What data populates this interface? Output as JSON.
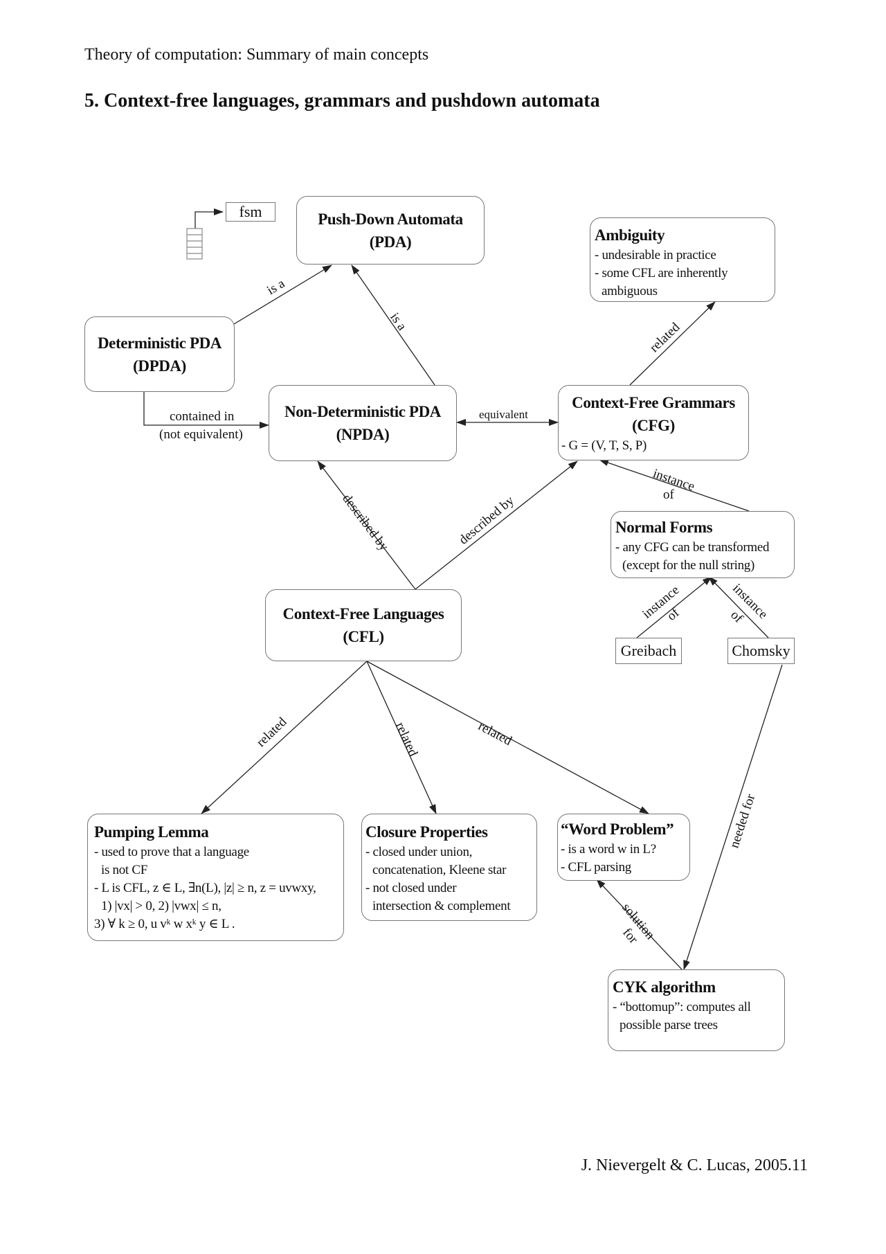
{
  "header": "Theory of computation: Summary of main concepts",
  "title": "5. Context-free languages, grammars and pushdown automata",
  "footer": "J. Nievergelt & C. Lucas, 2005.11",
  "legend": {
    "fsm_label": "fsm"
  },
  "nodes": {
    "pda": {
      "title": "Push-Down Automata",
      "subtitle": "(PDA)"
    },
    "ambiguity": {
      "title": "Ambiguity",
      "lines": [
        "- undesirable in practice",
        "- some CFL are inherently",
        "ambiguous"
      ]
    },
    "dpda": {
      "title": "Deterministic PDA",
      "subtitle": "(DPDA)"
    },
    "npda": {
      "title": "Non-Deterministic PDA",
      "subtitle": "(NPDA)"
    },
    "cfg": {
      "title": "Context-Free Grammars",
      "subtitle": "(CFG)",
      "lines": [
        "- G = (V, T, S, P)"
      ]
    },
    "normal_forms": {
      "title": "Normal Forms",
      "lines": [
        "- any CFG can be transformed",
        "(except for the null string)"
      ]
    },
    "greibach": {
      "label": "Greibach"
    },
    "chomsky": {
      "label": "Chomsky"
    },
    "cfl": {
      "title": "Context-Free Languages",
      "subtitle": "(CFL)"
    },
    "pumping": {
      "title": "Pumping Lemma",
      "lines": [
        "- used to prove that a language",
        "is not CF",
        "- L is CFL, z ∈ L, ∃n(L), |z| ≥ n, z = uvwxy,",
        "1) |vx| > 0, 2) |vwx| ≤ n,",
        "3) ∀ k ≥ 0, u vᵏ w xᵏ y ∈ L ."
      ]
    },
    "closure": {
      "title": "Closure Properties",
      "lines": [
        "- closed under union,",
        "concatenation, Kleene star",
        "- not closed under",
        "intersection & complement"
      ]
    },
    "word": {
      "title": "“Word Problem”",
      "lines": [
        "- is a word w in L?",
        "- CFL parsing"
      ]
    },
    "cyk": {
      "title": "CYK algorithm",
      "lines": [
        "- “bottomup”: computes all",
        "possible parse trees"
      ]
    }
  },
  "edges": {
    "dpda_pda": "is a",
    "npda_pda": "is a",
    "dpda_npda": [
      "contained in",
      "(not equivalent)"
    ],
    "npda_cfg": "equivalent",
    "cfg_ambiguity": "related",
    "normal_cfg": [
      "instance",
      "of"
    ],
    "greibach_normal": [
      "instance",
      "of"
    ],
    "chomsky_normal": [
      "instance",
      "of"
    ],
    "cfl_npda": "described by",
    "cfl_cfg": "described by",
    "cfl_pumping": "related",
    "cfl_closure": "related",
    "cfl_word": "related",
    "chomsky_cyk": "needed for",
    "cyk_word": [
      "solution",
      "for"
    ]
  }
}
